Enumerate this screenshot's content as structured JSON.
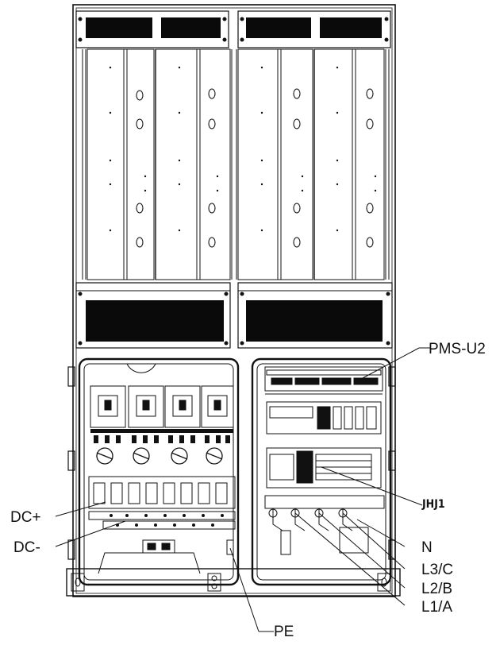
{
  "callouts": {
    "pms_u2": "PMS-U2",
    "jhj1": "JHJ1",
    "dc_plus": "DC+",
    "dc_minus": "DC-",
    "n": "N",
    "l3c": "L3/C",
    "l2b": "L2/B",
    "l1a": "L1/A",
    "pe": "PE"
  },
  "colors": {
    "line": "#111111",
    "vent": "#0a0a0a",
    "background": "#ffffff"
  }
}
